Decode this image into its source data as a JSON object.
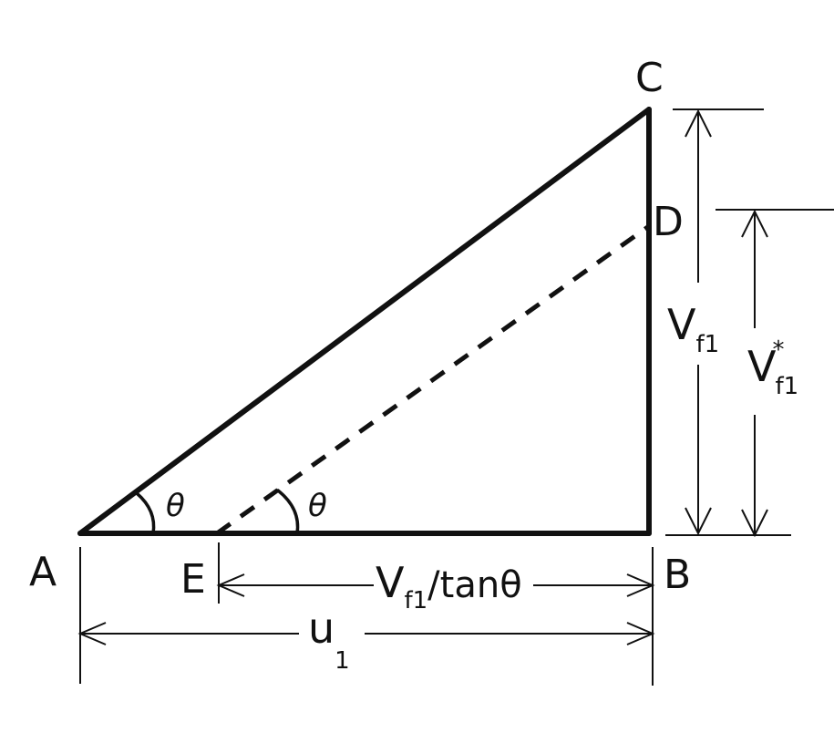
{
  "points": {
    "A": "A",
    "B": "B",
    "C": "C",
    "D": "D",
    "E": "E"
  },
  "angles": {
    "at_A": "θ",
    "at_E": "θ"
  },
  "dimensions": {
    "bc": {
      "main": "V",
      "sub": "f1"
    },
    "bd": {
      "main": "V",
      "sup": "*",
      "sub": "f1"
    },
    "eb": {
      "main": "V",
      "sub": "f1",
      "rest": "/tanθ"
    },
    "ab": {
      "main": "u",
      "sub": "1"
    }
  }
}
